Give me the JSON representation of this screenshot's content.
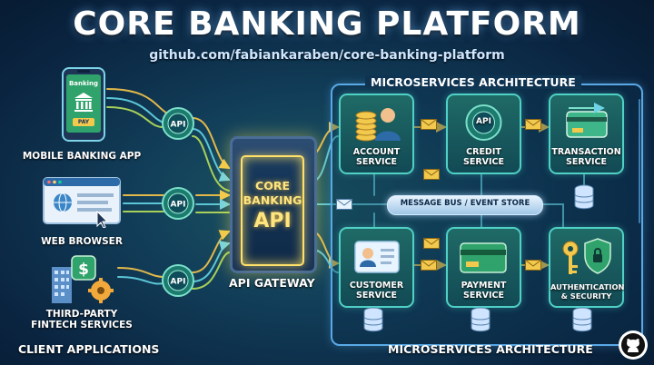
{
  "title": "CORE BANKING PLATFORM",
  "subtitle": "github.com/fabiankaraben/core-banking-platform",
  "clients": {
    "mobile": {
      "label": "MOBILE BANKING APP",
      "screen_title": "Banking",
      "button": "PAY"
    },
    "web": {
      "label": "WEB BROWSER"
    },
    "fintech": {
      "label_line1": "THIRD-PARTY",
      "label_line2": "FINTECH SERVICES"
    },
    "section_label": "CLIENT APPLICATIONS"
  },
  "api_badge": "API",
  "gateway": {
    "line1": "CORE",
    "line2": "BANKING",
    "line3": "API",
    "label": "API GATEWAY"
  },
  "microservices": {
    "title_top": "MICROSERVICES ARCHITECTURE",
    "title_bottom": "MICROSERVICES ARCHITECTURE",
    "message_bus": "MESSAGE BUS / EVENT STORE",
    "services": {
      "account": {
        "line1": "ACCOUNT",
        "line2": "SERVICE"
      },
      "credit": {
        "line1": "CREDIT",
        "line2": "SERVICE",
        "badge": "API"
      },
      "transaction": {
        "line1": "TRANSACTION",
        "line2": "SERVICE"
      },
      "customer": {
        "line1": "CUSTOMER",
        "line2": "SERVICE"
      },
      "payment": {
        "line1": "PAYMENT",
        "line2": "SERVICE"
      },
      "auth": {
        "line1": "AUTHENTICATION",
        "line2": "& SECURITY"
      }
    }
  },
  "colors": {
    "accent": "#4fd1c5",
    "gateway_glow": "#ffe16a",
    "panel_border": "#5aa9e6",
    "background": "#0b2742"
  },
  "icons": [
    "mobile-phone-icon",
    "bank-icon",
    "browser-window-icon",
    "globe-icon",
    "cursor-icon",
    "dollar-gear-icon",
    "building-icon",
    "api-gear-icon",
    "coins-user-icon",
    "credit-card-icon",
    "id-card-icon",
    "key-icon",
    "shield-lock-icon",
    "envelope-icon",
    "database-icon",
    "github-icon"
  ]
}
